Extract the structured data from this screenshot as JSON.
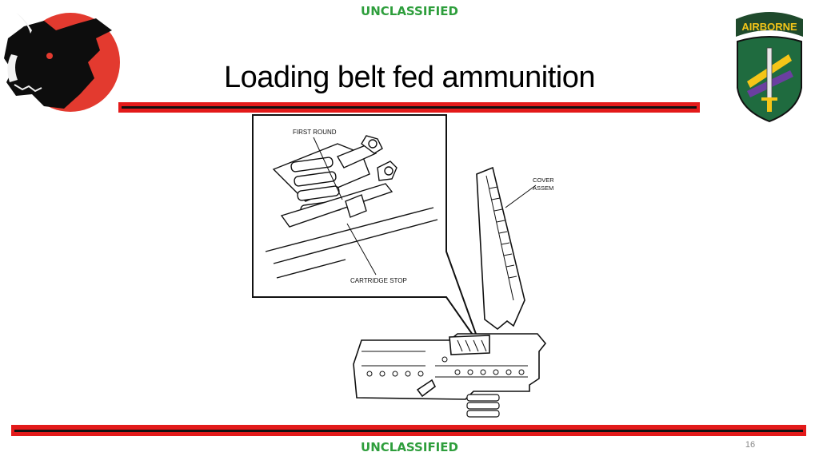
{
  "header": {
    "classification": "UNCLASSIFIED",
    "title": "Loading belt fed ammunition"
  },
  "logos": {
    "left": {
      "icon": "boar-head-logo"
    },
    "right": {
      "icon": "airborne-special-forces-patch",
      "tab_text": "AIRBORNE"
    }
  },
  "diagram": {
    "labels": {
      "first_round": "FIRST ROUND",
      "cartridge_stop": "CARTRIDGE STOP",
      "cover_line1": "COVER",
      "cover_line2": "ASSEMBLY"
    }
  },
  "footer": {
    "classification": "UNCLASSIFIED",
    "page_number": "16"
  },
  "colors": {
    "classification": "#2e9e3c",
    "rule_outer": "#e31a1a",
    "rule_inner": "#111111",
    "boar_circle": "#e33a2f",
    "patch_green": "#1f6b3f"
  }
}
